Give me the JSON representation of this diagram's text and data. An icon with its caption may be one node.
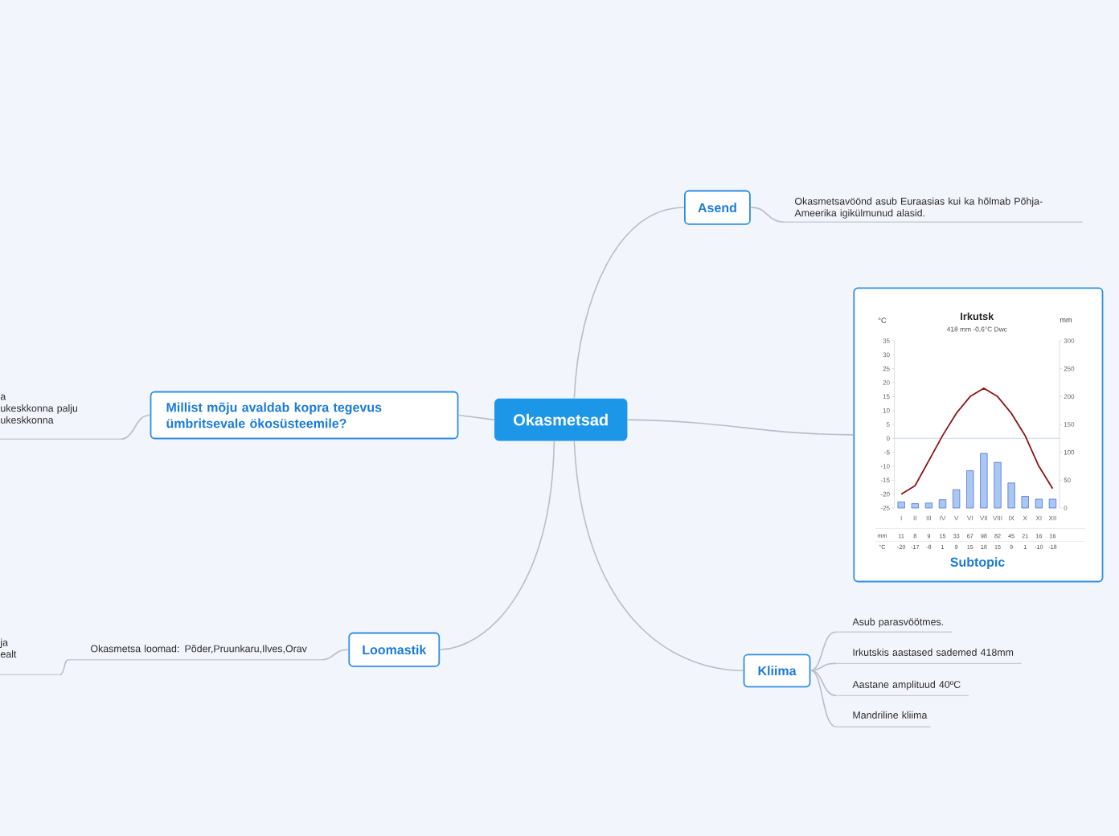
{
  "diagram": {
    "nodes": [
      {
        "text": [
          "Okasmetsad"
        ]
      },
      {
        "text": [
          "Asend"
        ]
      },
      {
        "text": [
          "Okasmetsavöönd asub Euraasias kui ka hõlmab Põhja-Ameerika igikülmunud alasid."
        ]
      },
      {
        "text": [
          "Subtopic"
        ]
      },
      {
        "text": [
          "Millist mõju avaldab kopra tegevus ümbritsevale ökosüsteemile?"
        ]
      },
      {
        "text": [
          "a",
          "ukeskkonna palju",
          "ukeskkonna"
        ]
      },
      {
        "text": [
          "Kliima"
        ]
      },
      {
        "text": [
          "Asub parasvöötmes."
        ]
      },
      {
        "text": [
          "Irkutskis aastased sademed 418mm"
        ]
      },
      {
        "text": [
          "Aastane amplituud 40ºC"
        ]
      },
      {
        "text": [
          "Mandriline kliima"
        ]
      },
      {
        "text": [
          "Loomastik"
        ]
      },
      {
        "text": [
          "Okasmetsa loomad: Põder,Pruunkaru,Ilves,Orav"
        ]
      },
      {
        "text": [
          "ja ealt"
        ]
      }
    ],
    "edges": [
      {
        "from": 0,
        "to": 1,
        "arrow": "none"
      },
      {
        "from": 1,
        "to": 2,
        "arrow": "none"
      },
      {
        "from": 0,
        "to": 3,
        "arrow": "none"
      },
      {
        "from": 0,
        "to": 4,
        "arrow": "none"
      },
      {
        "from": 4,
        "to": 5,
        "arrow": "none"
      },
      {
        "from": 0,
        "to": 6,
        "arrow": "none"
      },
      {
        "from": 6,
        "to": 7,
        "arrow": "none"
      },
      {
        "from": 6,
        "to": 8,
        "arrow": "none"
      },
      {
        "from": 6,
        "to": 9,
        "arrow": "none"
      },
      {
        "from": 6,
        "to": 10,
        "arrow": "none"
      },
      {
        "from": 0,
        "to": 11,
        "arrow": "none"
      },
      {
        "from": 11,
        "to": 12,
        "arrow": "none"
      },
      {
        "from": 12,
        "to": 13,
        "arrow": "none"
      }
    ],
    "labels": [
      "mm",
      "°C"
    ],
    "chart_data": {
      "type": "bar",
      "title": "Irkutsk",
      "ylabel": "°C",
      "y2label": "mm",
      "categories": [
        "I",
        "II",
        "III",
        "IV",
        "V",
        "VI",
        "VII",
        "VIII",
        "IX",
        "X",
        "XI",
        "XII"
      ],
      "series": [
        {
          "color": "#a9c7f3",
          "axis": "y2",
          "values": [
            11,
            8,
            9,
            15,
            33,
            67,
            98,
            82,
            45,
            21,
            16,
            16
          ]
        },
        {
          "color": "#8b1414",
          "type": "line",
          "values": [
            -20,
            -17,
            -8,
            1,
            9,
            15,
            18,
            15,
            9,
            1,
            -10,
            -18
          ]
        }
      ],
      "ylim": [
        -25,
        35
      ],
      "y2lim": [
        0,
        300
      ],
      "yticks": [
        -25,
        -20,
        -15,
        -10,
        -5,
        0,
        5,
        10,
        15,
        20,
        25,
        30,
        35
      ],
      "y2ticks": [
        0,
        50,
        100,
        150,
        200,
        250,
        300
      ],
      "data_labels": true,
      "annotations": [
        "418 mm  -0,6°C  Dwc"
      ]
    }
  }
}
